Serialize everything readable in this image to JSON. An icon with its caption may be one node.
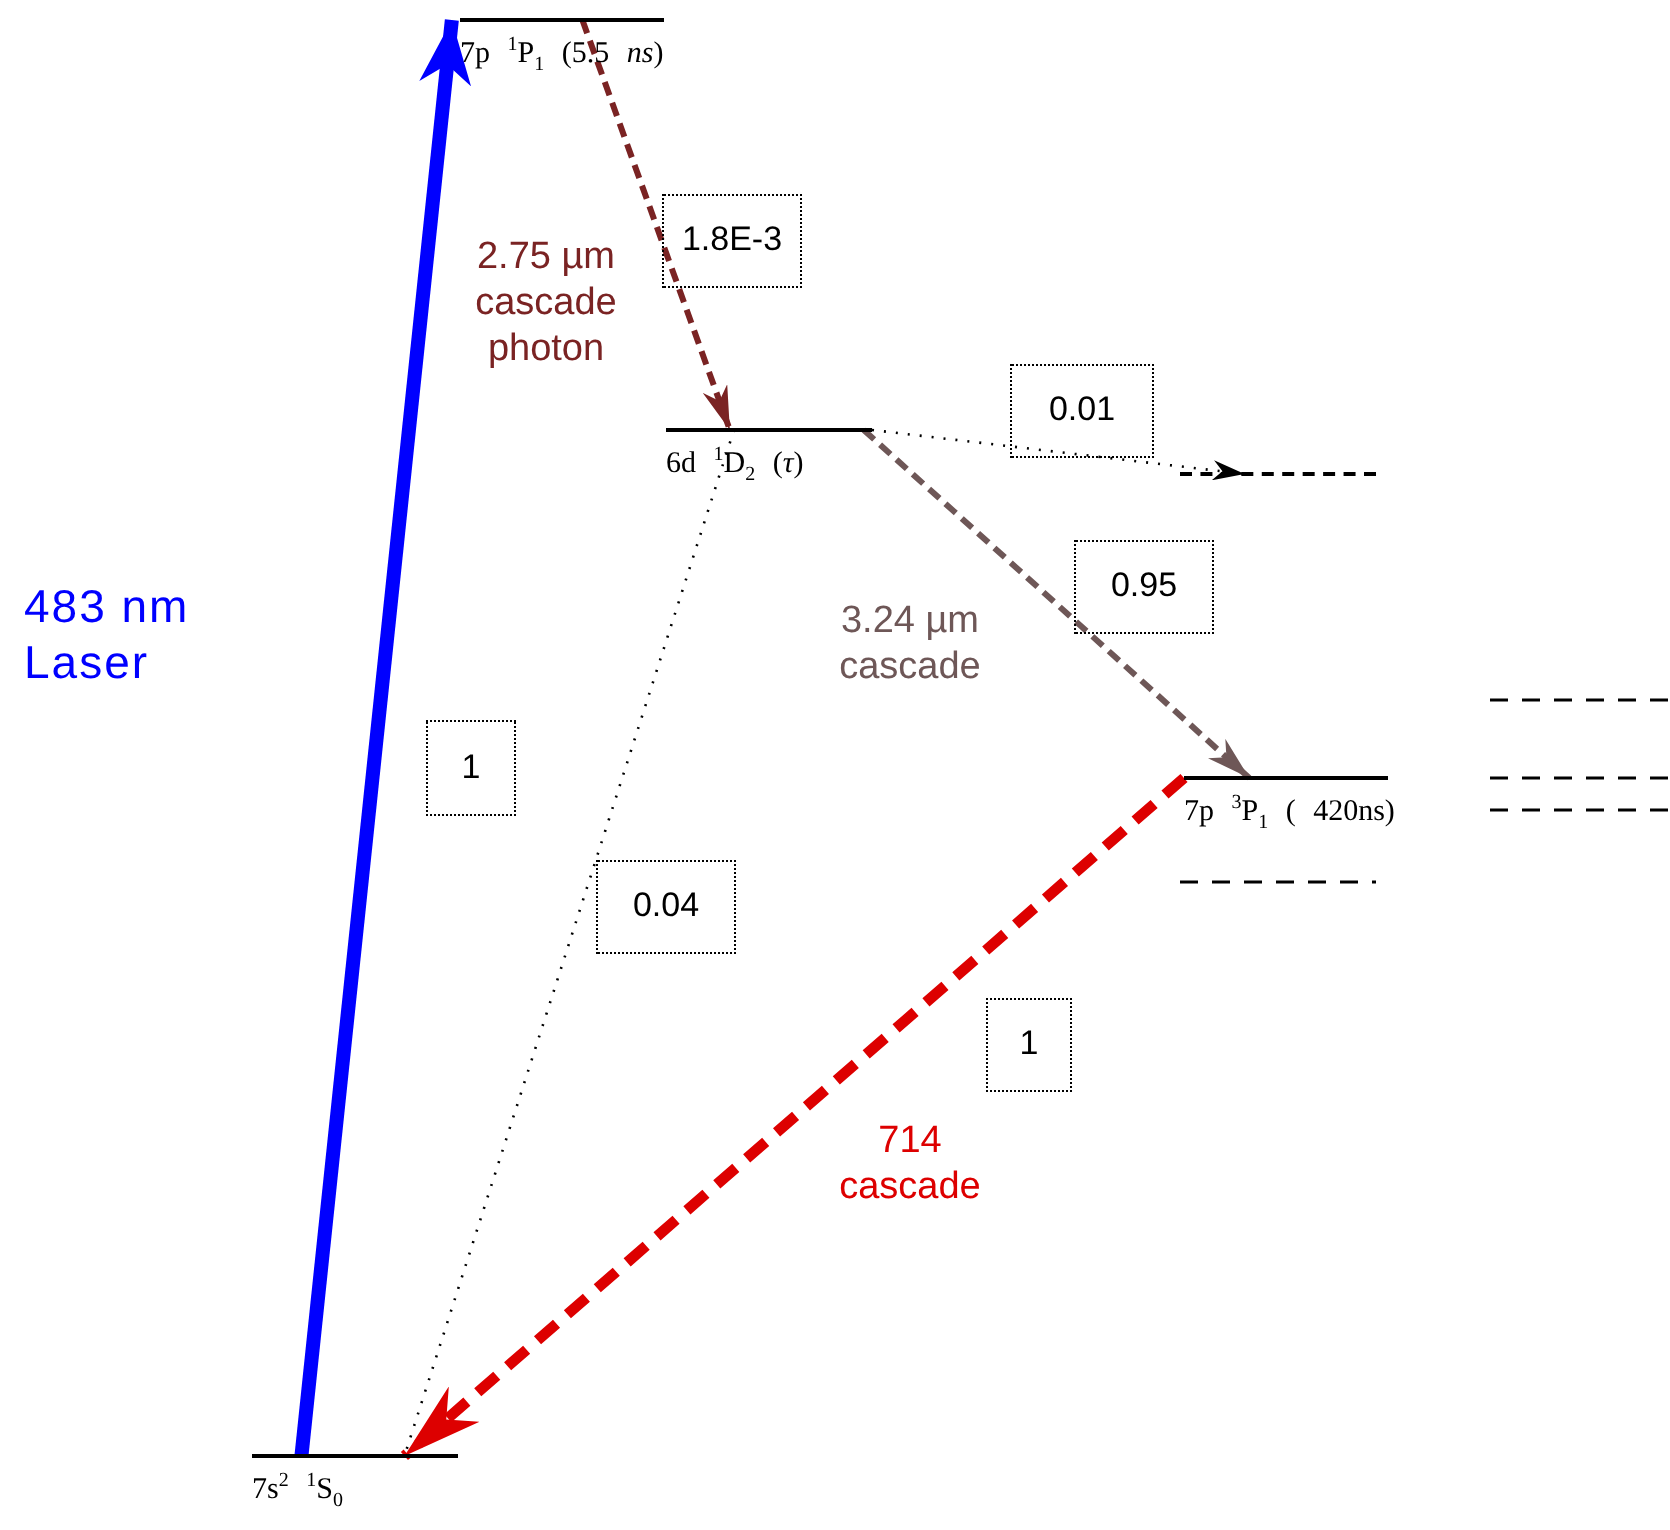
{
  "diagram": {
    "nodes": [
      {
        "text": [
          "7p $^{1}$P$_{1}$ (5.5 *ns*)"
        ]
      },
      {
        "text": [
          "6d $^{1}$D$_{2}$ (*τ*)"
        ]
      },
      {
        "text": [],
        "shape": "bar"
      },
      {
        "text": [
          "7p $^{3}$P$_{1}$ ( 420ns)"
        ]
      },
      {
        "text": [
          "7s$^{2}$ $^{1}$S$_{0}$"
        ]
      }
    ],
    "edges": [
      {
        "from": 4,
        "to": 0,
        "arrow": "to",
        "style": "thick",
        "color": "#0000ff"
      },
      {
        "from": 0,
        "to": 1,
        "arrow": "to",
        "style": "dashed",
        "color": "#7a2323"
      },
      {
        "from": 1,
        "to": 2,
        "arrow": "to",
        "style": "dashed"
      },
      {
        "from": 1,
        "to": 3,
        "arrow": "to",
        "style": "dashed",
        "color": "#6e5757"
      },
      {
        "from": 1,
        "to": 4,
        "arrow": "none",
        "style": "dashed"
      },
      {
        "from": 3,
        "to": 4,
        "arrow": "to",
        "style": "dashed",
        "color": "#dd0000"
      }
    ],
    "labels": [
      "1.8E-3",
      "2.75 µm cascade photon",
      "0.01",
      "0.95",
      "483 nm Laser",
      "3.24 µm cascade",
      "1",
      "0.04",
      "1",
      "714 cascade"
    ]
  }
}
